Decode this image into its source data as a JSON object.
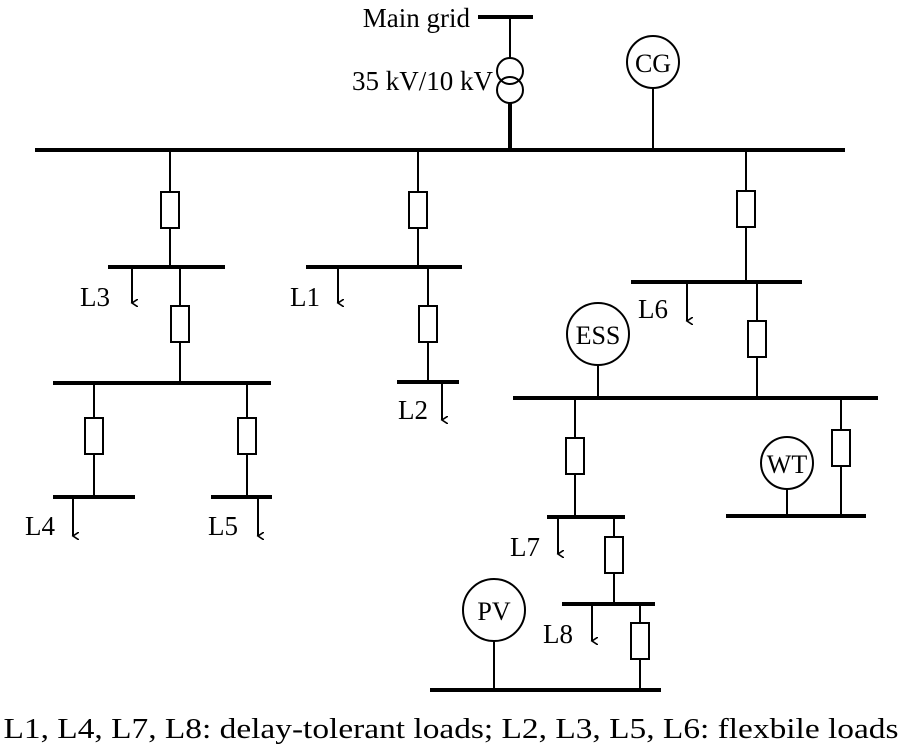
{
  "grid": {
    "main_grid": "Main grid",
    "transformer": "35 kV/10 kV"
  },
  "generators": {
    "cg": "CG",
    "ess": "ESS",
    "wt": "WT",
    "pv": "PV"
  },
  "loads": {
    "l1": "L1",
    "l2": "L2",
    "l3": "L3",
    "l4": "L4",
    "l5": "L5",
    "l6": "L6",
    "l7": "L7",
    "l8": "L8"
  },
  "caption": "L1, L4, L7, L8: delay-tolerant loads;  L2, L3, L5, L6: flexbile loads"
}
